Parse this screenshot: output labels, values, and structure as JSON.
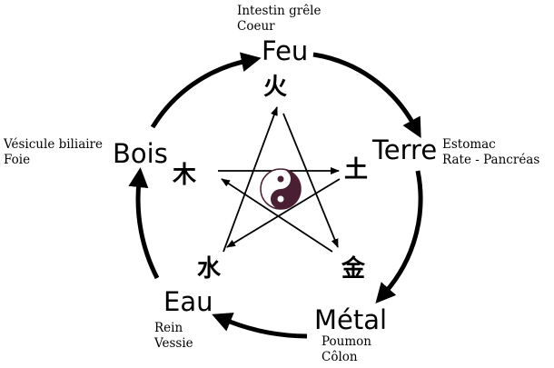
{
  "elements": {
    "fire": {
      "name": "Feu",
      "glyph": "火",
      "organs": [
        "Intestin grêle",
        "Coeur"
      ]
    },
    "earth": {
      "name": "Terre",
      "glyph": "土",
      "organs": [
        "Estomac",
        "Rate - Pancréas"
      ]
    },
    "metal": {
      "name": "Métal",
      "glyph": "金",
      "organs": [
        "Poumon",
        "Côlon"
      ]
    },
    "water": {
      "name": "Eau",
      "glyph": "水",
      "organs": [
        "Rein",
        "Vessie"
      ]
    },
    "wood": {
      "name": "Bois",
      "glyph": "木",
      "organs": [
        "Vésicule biliaire",
        "Foie"
      ]
    }
  },
  "colors": {
    "ink": "#000000",
    "yin": "#4b1f33",
    "yang": "#ffffff"
  },
  "center_symbol": "yin-yang-icon"
}
